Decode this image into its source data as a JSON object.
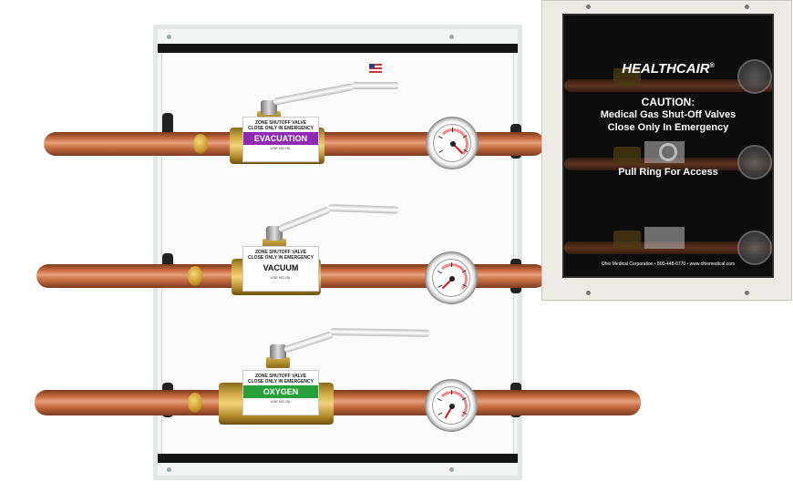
{
  "valves": [
    {
      "header_line1": "ZONE SHUTOFF VALVE",
      "header_line2": "CLOSE ONLY IN EMERGENCY",
      "gas": "EVACUATION",
      "note": "USE NO OIL",
      "color": "#8e2bb0"
    },
    {
      "header_line1": "ZONE SHUTOFF VALVE",
      "header_line2": "CLOSE ONLY IN EMERGENCY",
      "gas": "VACUUM",
      "note": "USE NO OIL",
      "color": "#ffffff"
    },
    {
      "header_line1": "ZONE SHUTOFF VALVE",
      "header_line2": "CLOSE ONLY IN EMERGENCY",
      "gas": "OXYGEN",
      "note": "USE NO OIL",
      "color": "#25a03a"
    }
  ],
  "cabinet": {
    "brand": "HEALTHCAIR",
    "brand_mark": "®",
    "caution_title": "CAUTION:",
    "caution_line1": "Medical Gas Shut-Off Valves",
    "caution_line2": "Close Only In Emergency",
    "ring_text": "Pull Ring For Access",
    "footer": "Ohio Medical Corporation • 800-448-0770 • www.ohiomedical.com"
  },
  "colors": {
    "copper": "#c46a3e",
    "brass": "#d7b04b",
    "frame": "#e4e6e6",
    "cabinet_window": "#0d0d0d"
  }
}
